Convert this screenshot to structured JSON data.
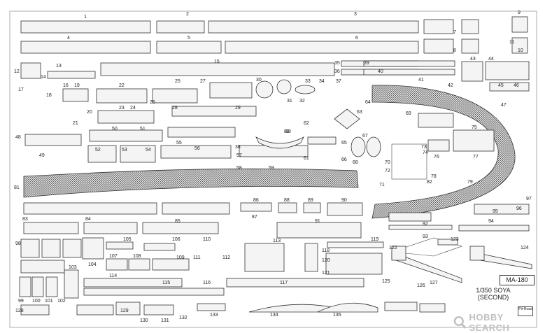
{
  "sheet": {
    "product_code": "MA-180",
    "scale_line1": "1/350 SOYA",
    "scale_line2": "(SECOND)",
    "maker_mark": "Pit-Road",
    "watermark": "HOBBY SEARCH"
  },
  "part_numbers": [
    "1",
    "2",
    "3",
    "4",
    "5",
    "6",
    "7",
    "8",
    "9",
    "10",
    "11",
    "12",
    "13",
    "14",
    "15",
    "16",
    "17",
    "18",
    "19",
    "20",
    "21",
    "22",
    "23",
    "24",
    "25",
    "26",
    "27",
    "28",
    "29",
    "30",
    "31",
    "32",
    "33",
    "34",
    "35",
    "36",
    "37",
    "38",
    "39",
    "40",
    "41",
    "42",
    "43",
    "44",
    "45",
    "46",
    "47",
    "48",
    "49",
    "50",
    "51",
    "52",
    "53",
    "54",
    "55",
    "56",
    "57",
    "58",
    "59",
    "60",
    "61",
    "62",
    "63",
    "64",
    "65",
    "66",
    "67",
    "68",
    "69",
    "70",
    "71",
    "72",
    "73",
    "74",
    "75",
    "76",
    "77",
    "78",
    "79",
    "80",
    "81",
    "82",
    "83",
    "84",
    "85",
    "86",
    "87",
    "88",
    "89",
    "90",
    "91",
    "92",
    "93",
    "94",
    "95",
    "96",
    "97",
    "98",
    "99",
    "100",
    "101",
    "102",
    "103",
    "104",
    "105",
    "106",
    "107",
    "108",
    "109",
    "110",
    "111",
    "112",
    "113",
    "114",
    "115",
    "116",
    "117",
    "118",
    "119",
    "120",
    "121",
    "122",
    "123",
    "124",
    "125",
    "126",
    "127",
    "128",
    "129",
    "130",
    "131",
    "132",
    "133",
    "134",
    "135"
  ],
  "colors": {
    "fret_outline": "#333333",
    "fret_fill": "#f4f4f4",
    "mesh": "#5a5a5a",
    "watermark": "#c0c0c0",
    "background": "#ffffff"
  }
}
